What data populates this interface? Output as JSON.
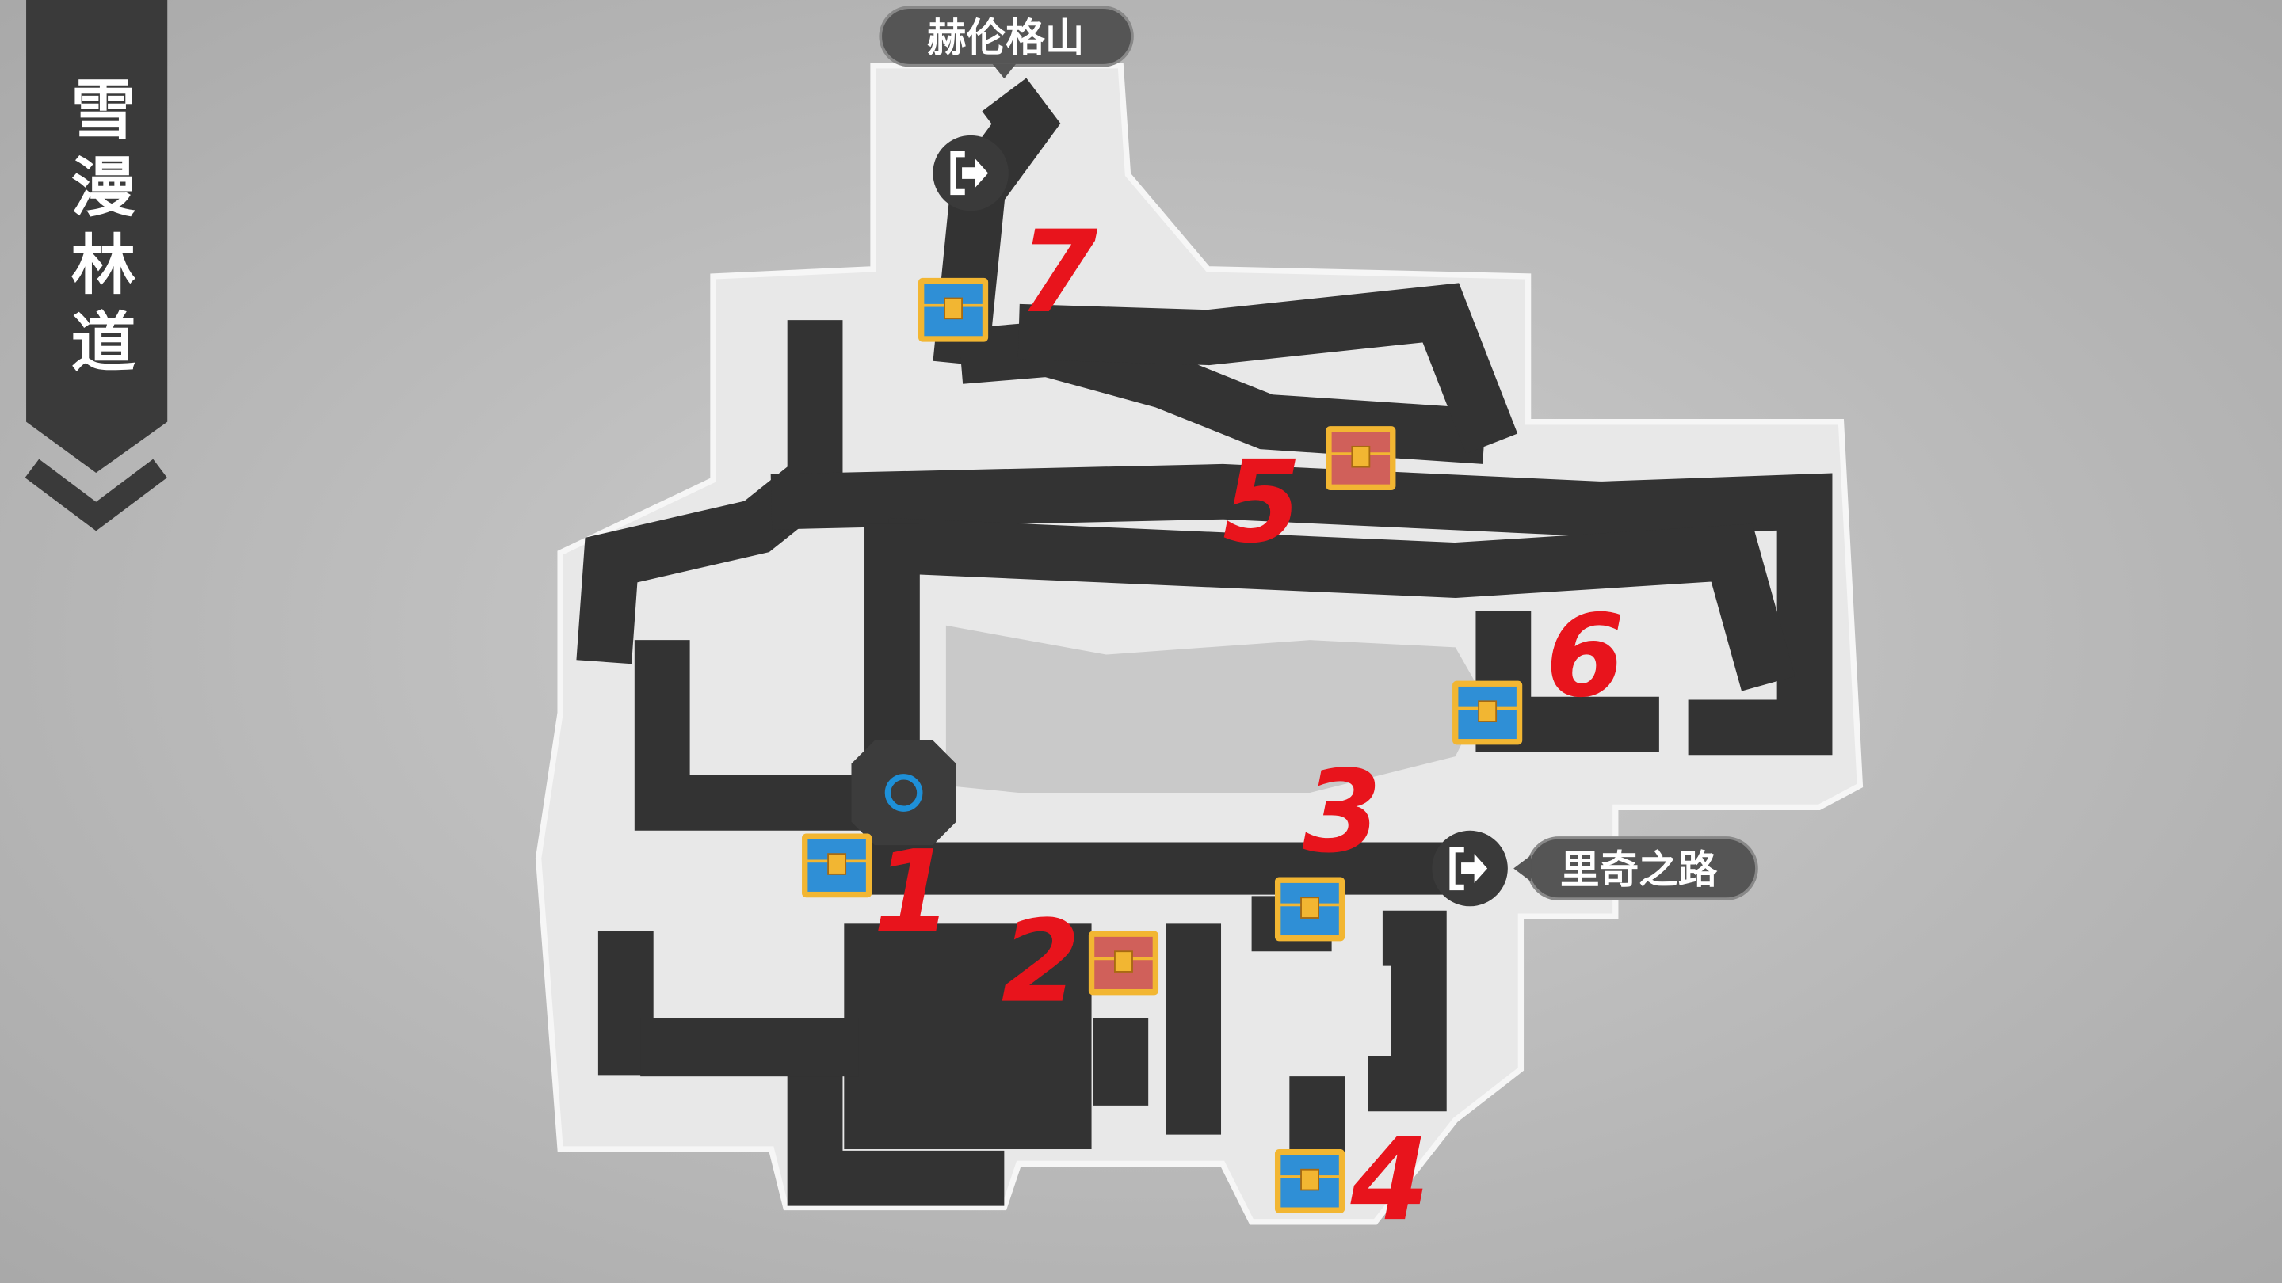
{
  "area_title": "雪漫林道",
  "exits": [
    {
      "label": "赫伦格山",
      "icon": "exit-door-icon"
    },
    {
      "label": "里奇之路",
      "icon": "exit-door-icon"
    }
  ],
  "markers": [
    {
      "number": "1",
      "chest": "blue"
    },
    {
      "number": "2",
      "chest": "red"
    },
    {
      "number": "3",
      "chest": "blue"
    },
    {
      "number": "4",
      "chest": "blue"
    },
    {
      "number": "5",
      "chest": "red"
    },
    {
      "number": "6",
      "chest": "blue"
    },
    {
      "number": "7",
      "chest": "blue"
    }
  ],
  "colors": {
    "background": "#bdbdbd",
    "floor": "#e8e8e8",
    "path": "#333333",
    "annotation": "#e8141c",
    "chest_blue": "#2f8fd6",
    "chest_red": "#d0605a",
    "chest_trim": "#f2b632",
    "player": "#1e90d8"
  }
}
